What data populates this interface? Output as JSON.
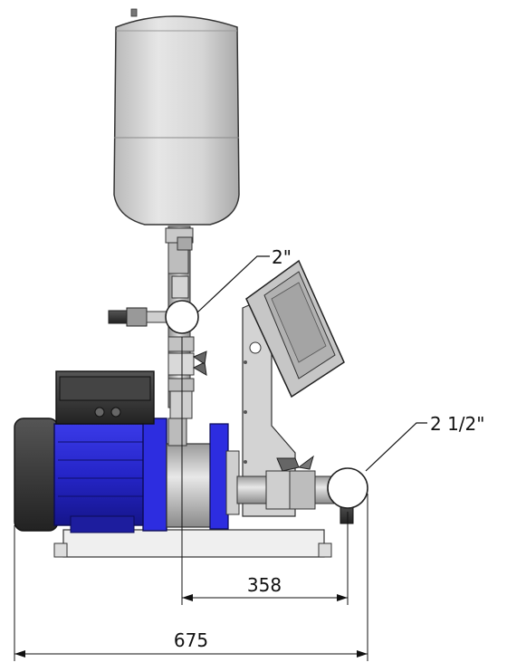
{
  "callouts": {
    "top_pipe_size": "2\"",
    "side_pipe_size": "2 1/2\""
  },
  "dimensions": {
    "inner_width": "358",
    "overall_width": "675"
  },
  "colors": {
    "motor_blue": "#2b2bd8",
    "tank_grey": "#d9d9d9",
    "line": "#111111"
  }
}
